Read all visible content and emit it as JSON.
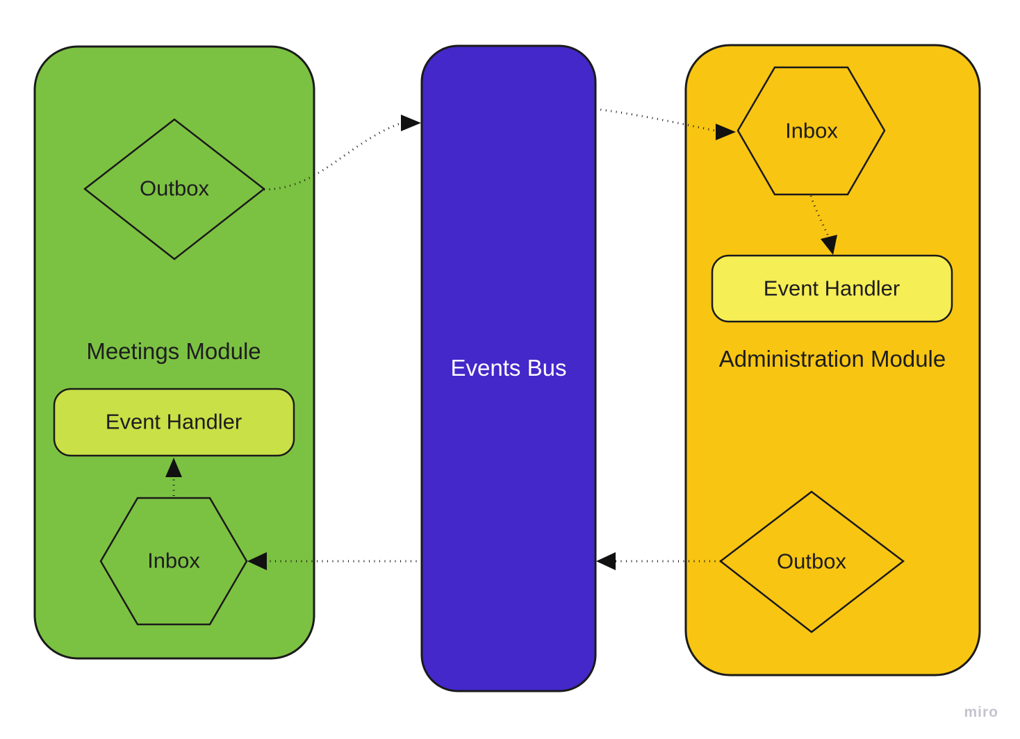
{
  "colors": {
    "meetings_module_fill": "#7CC242",
    "meetings_handler_fill": "#C9E046",
    "events_bus_fill": "#4428C9",
    "administration_module_fill": "#F8C512",
    "administration_handler_fill": "#F6EE55",
    "outline": "#1A1A1A",
    "label_dark": "#1D1D1F",
    "label_light": "#FFFFFF",
    "watermark_gray": "#C4C4D0"
  },
  "modules": {
    "meetings": {
      "title": "Meetings Module",
      "outbox": "Outbox",
      "inbox": "Inbox",
      "event_handler": "Event Handler"
    },
    "events_bus": {
      "title": "Events Bus"
    },
    "administration": {
      "title": "Administration Module",
      "inbox": "Inbox",
      "outbox": "Outbox",
      "event_handler": "Event Handler"
    }
  },
  "watermark": "miro"
}
